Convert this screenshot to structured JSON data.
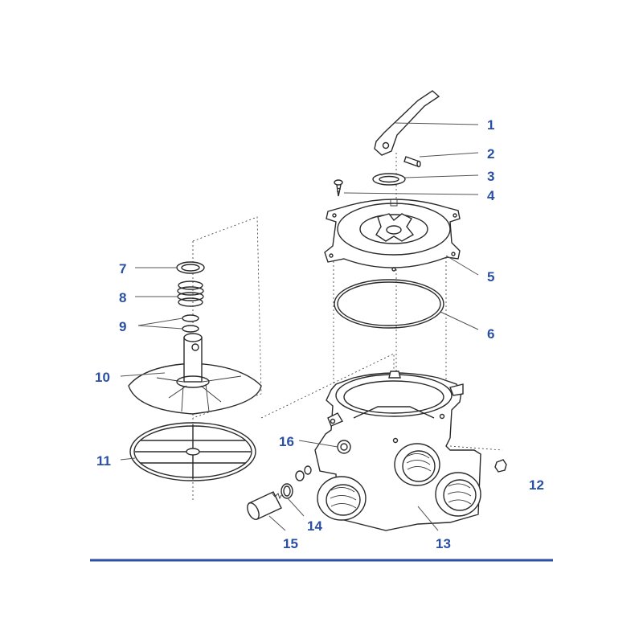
{
  "diagram": {
    "parts": [
      {
        "id": "1",
        "label": "1"
      },
      {
        "id": "2",
        "label": "2"
      },
      {
        "id": "3",
        "label": "3"
      },
      {
        "id": "4",
        "label": "4"
      },
      {
        "id": "5",
        "label": "5"
      },
      {
        "id": "6",
        "label": "6"
      },
      {
        "id": "7",
        "label": "7"
      },
      {
        "id": "8",
        "label": "8"
      },
      {
        "id": "9",
        "label": "9"
      },
      {
        "id": "10",
        "label": "10"
      },
      {
        "id": "11",
        "label": "11"
      },
      {
        "id": "12",
        "label": "12"
      },
      {
        "id": "13",
        "label": "13"
      },
      {
        "id": "14",
        "label": "14"
      },
      {
        "id": "15",
        "label": "15"
      },
      {
        "id": "16",
        "label": "16"
      }
    ],
    "colors": {
      "label": "#2b4fa3",
      "rule": "#2b4fa3",
      "ink": "#2a2a2a"
    }
  }
}
